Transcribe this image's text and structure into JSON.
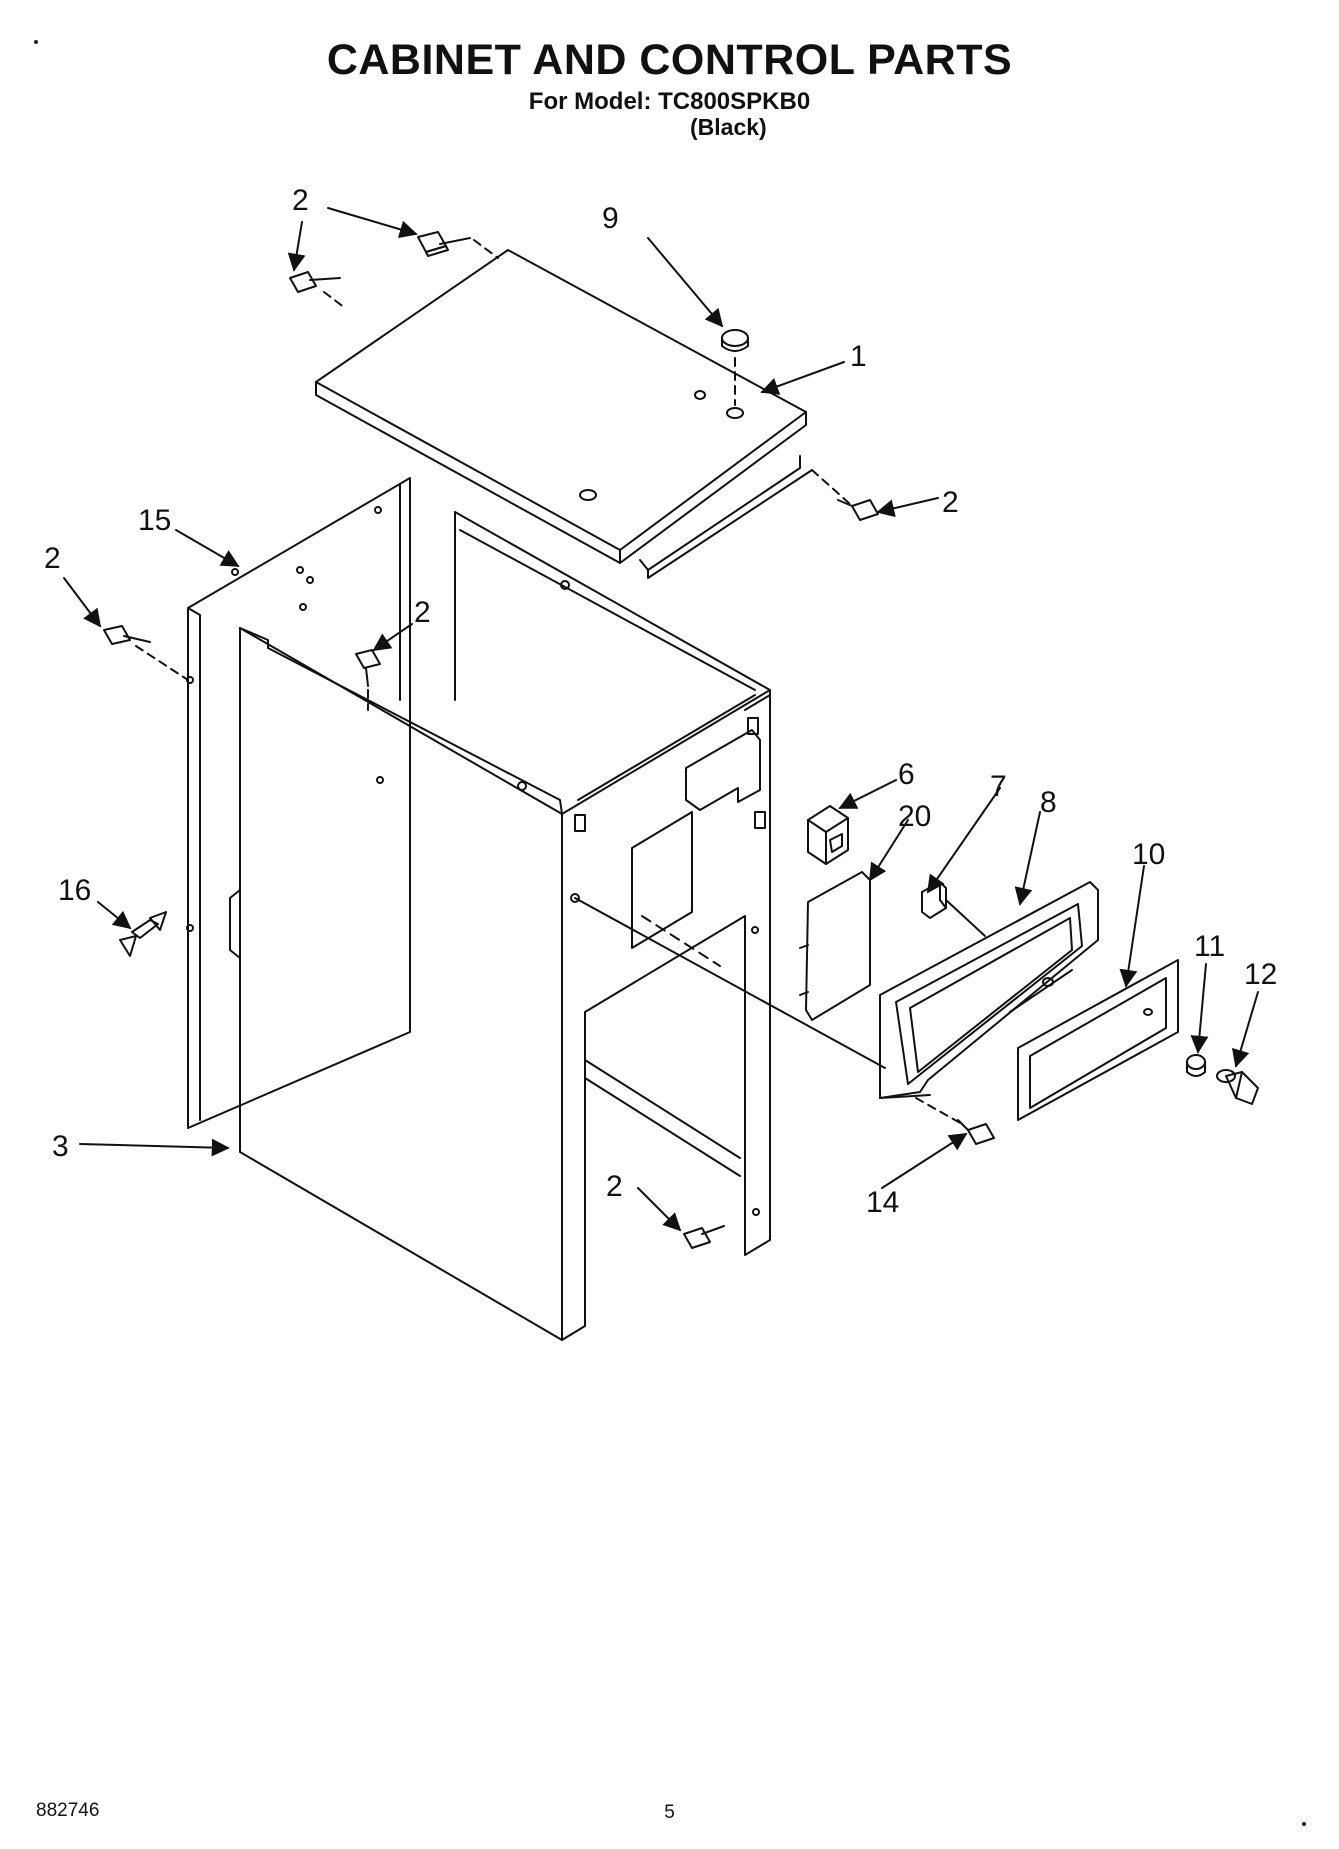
{
  "header": {
    "title": "CABINET AND CONTROL PARTS",
    "model_line": "For Model: TC800SPKB0",
    "variant": "(Black)"
  },
  "callouts": {
    "c2_top": "2",
    "c2_left_top": "2",
    "c9": "9",
    "c1": "1",
    "c2_right": "2",
    "c15": "15",
    "c2_left_mid": "2",
    "c2_center": "2",
    "c6": "6",
    "c7": "7",
    "c8": "8",
    "c20": "20",
    "c10": "10",
    "c16": "16",
    "c11": "11",
    "c12": "12",
    "c3": "3",
    "c2_bottom": "2",
    "c14": "14"
  },
  "footer": {
    "doc_number": "882746",
    "page_number": "5"
  }
}
